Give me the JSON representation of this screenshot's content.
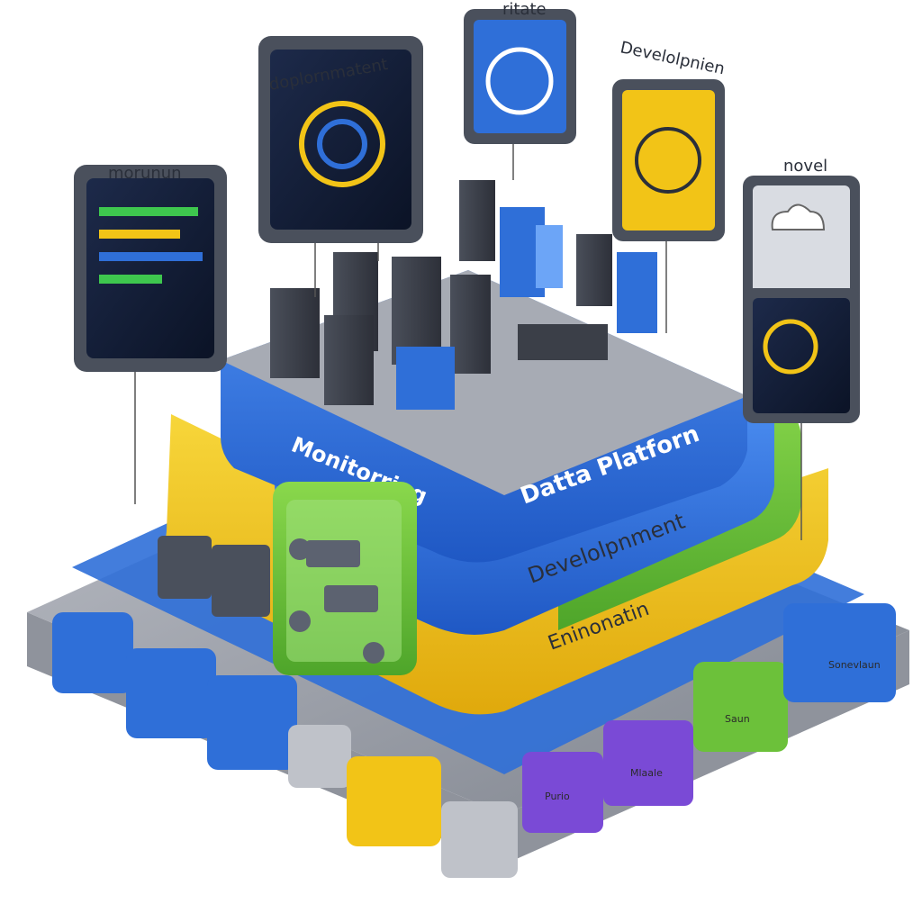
{
  "floating_labels": {
    "left": "morunun",
    "center_left": "doplornmatent",
    "center_top": "ritate",
    "right": "Develolpnien",
    "far_right": "novel"
  },
  "layers": {
    "top": {
      "label_left": "Monitorring",
      "label_right": "Datta Platforn"
    },
    "middle": {
      "label": "Develolpnment"
    },
    "bottom": {
      "label": "Eninonatin"
    }
  },
  "cubes": {
    "purple_front": "Purio",
    "purple_back": "Mlaale",
    "green": "Saun",
    "blue_right": "Sonevlaun"
  },
  "colors": {
    "blue": "#2f6fd8",
    "yellow": "#f2c417",
    "green": "#6cc13a",
    "gray": "#8d9099",
    "purple": "#7a4ad6"
  }
}
